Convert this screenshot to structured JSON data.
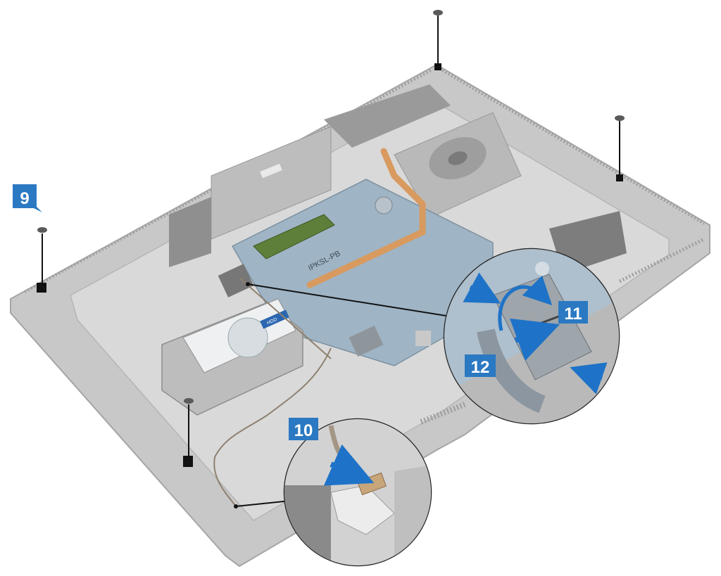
{
  "steps": [
    {
      "number": "9"
    },
    {
      "number": "10"
    },
    {
      "number": "11"
    },
    {
      "number": "12"
    }
  ],
  "component_labels": {
    "memory_module": "IPKSL-PB",
    "hard_drive": "HDD"
  },
  "colors": {
    "step_badge": "#2b79c2",
    "arrow": "#1e73c8",
    "chassis": "#c8c8c8",
    "chassis_dark": "#a5a5a5",
    "board": "#9fb4c4",
    "heatpipe": "#d89a5e",
    "ram": "#5e7f3a",
    "screw": "#5a5a5a",
    "callout_border": "#222222",
    "callout_bg": "#ffffff"
  },
  "icons": [
    "screw-icon",
    "step-arrow-icon",
    "release-arrow-icon",
    "rotate-arrow-icon"
  ]
}
